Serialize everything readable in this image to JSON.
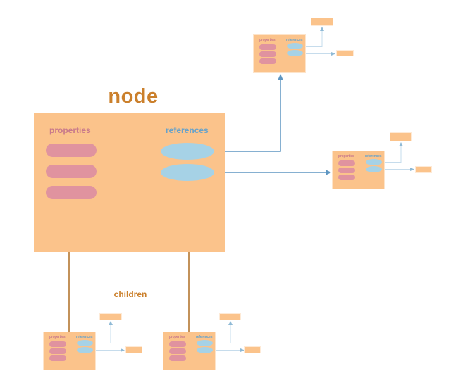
{
  "diagram": {
    "title": "node",
    "labels": {
      "properties": "properties",
      "references": "references",
      "children": "children"
    },
    "main_node": {
      "title": "node",
      "property_count": 3,
      "reference_count": 2
    },
    "mini_nodes": [
      {
        "id": "referenced-node-top",
        "property_count": 3,
        "reference_count": 2
      },
      {
        "id": "referenced-node-right",
        "property_count": 3,
        "reference_count": 2
      },
      {
        "id": "child-node-left",
        "property_count": 3,
        "reference_count": 2
      },
      {
        "id": "child-node-middle",
        "property_count": 3,
        "reference_count": 2
      }
    ],
    "colors": {
      "node_fill": "#FBC38B",
      "pill": "#E0939F",
      "properties_label": "#C8798B",
      "ellipse": "#A6D2E6",
      "references_label": "#67A2CA",
      "title": "#CB802C",
      "ref_line": "#5E96C2",
      "mini_line": "#C6DCEC",
      "mini_arrow": "#8FBAD6",
      "child_line": "#AF6E23"
    }
  }
}
